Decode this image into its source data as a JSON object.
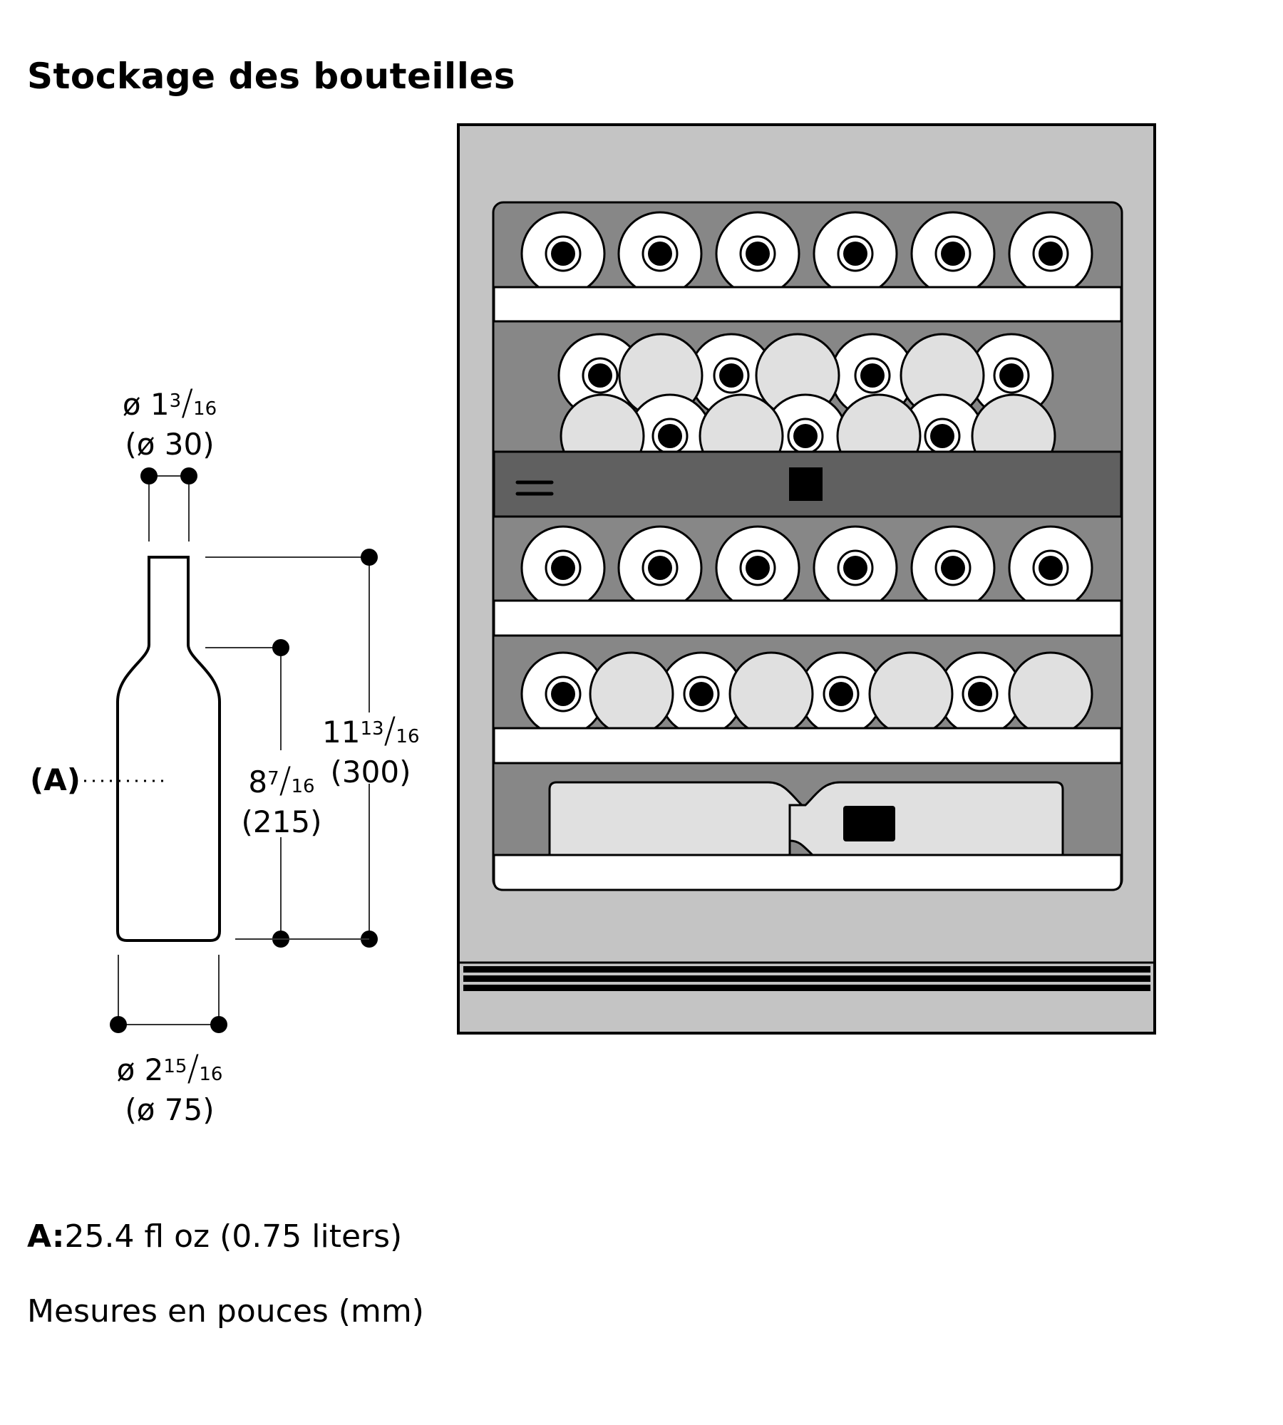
{
  "title": "Stockage des bouteilles",
  "dimensions": {
    "neck_diameter": {
      "symbol": "ø",
      "whole": "1",
      "num": "3",
      "den": "16",
      "metric": "(ø 30)"
    },
    "body_diameter": {
      "symbol": "ø",
      "whole": "2",
      "num": "15",
      "den": "16",
      "metric": "(ø 75)"
    },
    "shoulder_height": {
      "whole": "8",
      "num": "7",
      "den": "16",
      "metric": "(215)"
    },
    "total_height": {
      "whole": "11",
      "num": "13",
      "den": "16",
      "metric": "(300)"
    },
    "volume_marker": "(A)"
  },
  "notes": {
    "volume_key": "A:",
    "volume_value": "25.4 fl oz (0.75 liters)",
    "units": "Mesures en pouces (mm)"
  },
  "cabinet": {
    "shelves": [
      {
        "name": "shelf-1",
        "layout": "single-row",
        "bottles_front": 6,
        "bottles_back": 0
      },
      {
        "name": "shelf-2",
        "layout": "stacked-staggered",
        "bottles_front": 7,
        "bottles_back": 7
      },
      {
        "name": "control-panel"
      },
      {
        "name": "shelf-3",
        "layout": "single-row",
        "bottles_front": 6,
        "bottles_back": 0
      },
      {
        "name": "shelf-4",
        "layout": "alternating",
        "bottles_front": 4,
        "bottles_back": 4
      },
      {
        "name": "shelf-5",
        "layout": "lying",
        "bottles_front": 2,
        "bottles_back": 0
      }
    ],
    "colors": {
      "frame": "#c4c4c4",
      "interior": "#878787",
      "control_panel": "#606060",
      "shelf_front": "#ffffff",
      "bottle_base": "#ffffff",
      "bottle_side": "#e0e0e0",
      "ink": "#000000"
    }
  }
}
